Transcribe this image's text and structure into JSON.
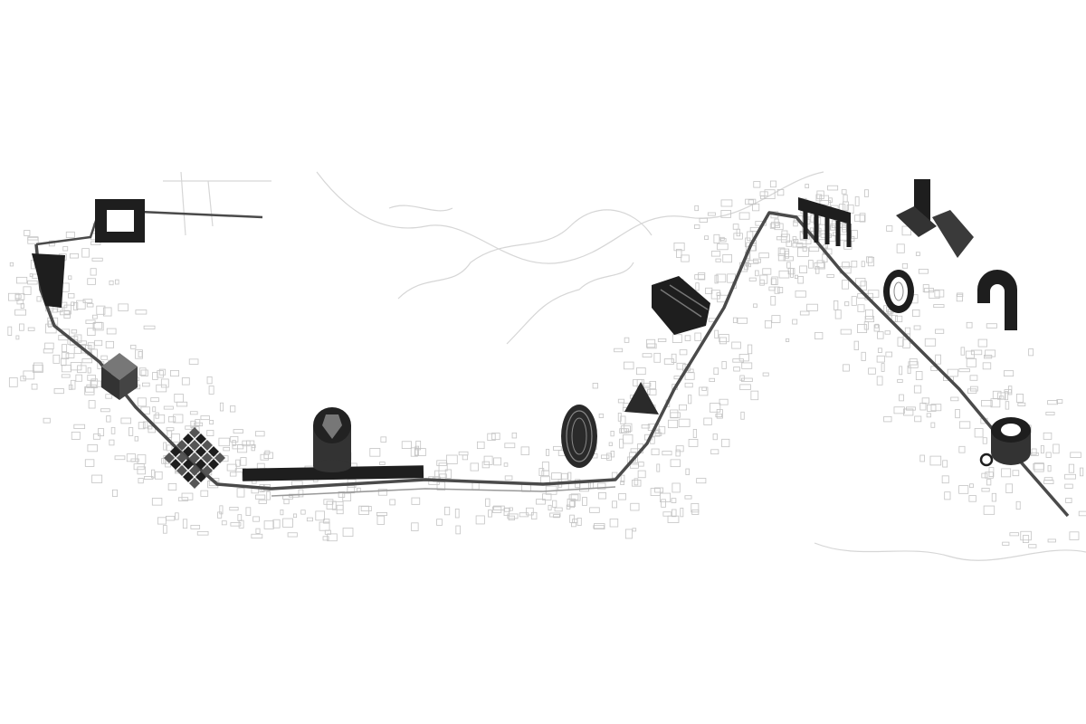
{
  "drawing": {
    "kind": "axonometric urban corridor map",
    "printed_text": [],
    "colors": {
      "background": "#ffffff",
      "context_buildings": "#c4c4c4",
      "terrain_lines": "#d6d6d6",
      "route": "#4a4a4a",
      "landmarks": "#1e1e1e",
      "landmark_mid": "#555555"
    },
    "landmarks": [
      "courtyard-block",
      "wedge-tower",
      "cube-building",
      "pyramid-grid",
      "cylinder-tower",
      "linear-platform",
      "oval-tower",
      "small-pyramid",
      "stacked-block",
      "comb-building",
      "twin-towers",
      "stadium",
      "arch-building",
      "ring-building"
    ]
  }
}
